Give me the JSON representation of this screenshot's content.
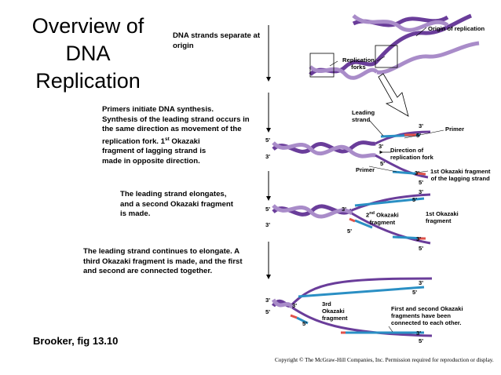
{
  "title": {
    "line1": "Overview of",
    "line2": "DNA",
    "line3": "Replication"
  },
  "captions": {
    "c1": {
      "l1": "DNA strands separate at",
      "l2": "origin"
    },
    "c2": {
      "l1": "Primers initiate DNA synthesis.",
      "l2": "Synthesis of the leading strand occurs in",
      "l3": "the same direction as movement of the",
      "l4a": "replication fork. 1",
      "l4sup": "st",
      "l4b": " Okazaki",
      "l5": "fragment of lagging strand is",
      "l6": "made in opposite direction."
    },
    "c3": {
      "l1": "The leading strand elongates,",
      "l2": "and a second Okazaki fragment",
      "l3": "is made."
    },
    "c4": {
      "l1": "The leading strand continues to elongate. A",
      "l2": "third Okazaki fragment is made, and the first",
      "l3": "and second are connected together."
    }
  },
  "labels": {
    "origin": "Origin of replication",
    "forks": {
      "l1": "Replication",
      "l2": "forks"
    },
    "leading": {
      "l1": "Leading",
      "l2": "strand"
    },
    "primer_top": "Primer",
    "direction": {
      "l1": "Direction of",
      "l2": "replication fork"
    },
    "primer_low": "Primer",
    "okazaki1": {
      "l1": "1st Okazaki fragment",
      "l2": "of the lagging strand"
    },
    "okazaki2": {
      "a": "2",
      "sup": "nd",
      "b": " Okazaki",
      "l2": "fragment"
    },
    "okazaki1b": {
      "l1": "1st Okazaki",
      "l2": "fragment"
    },
    "okazaki3": {
      "l1": "3rd",
      "l2": "Okazaki",
      "l3": "fragment"
    },
    "connected": {
      "l1": "First and second Okazaki",
      "l2": "fragments have been",
      "l3": "connected to each other."
    }
  },
  "ends": {
    "p3": "3'",
    "p5": "5'"
  },
  "reference": "Brooker, fig 13.10",
  "copyright": "Copyright © The McGraw-Hill Companies, Inc. Permission required for reproduction or display.",
  "colors": {
    "helix": "#6a3d9a",
    "helix_light": "#a98cc9",
    "leading": "#2a8fc4",
    "primer": "#e0524a"
  }
}
